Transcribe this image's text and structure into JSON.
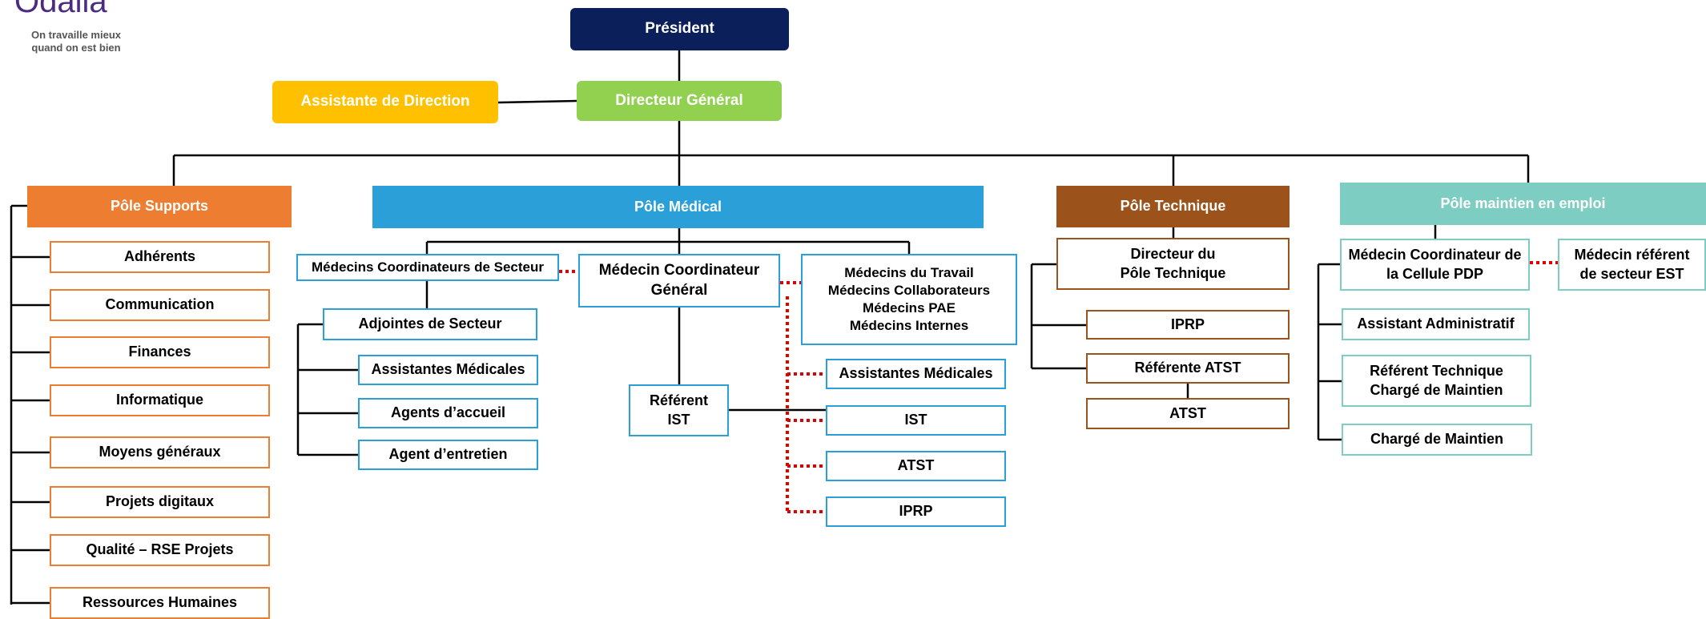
{
  "logo": {
    "name": "Odalia",
    "tagline": "On travaille mieux quand on est bien"
  },
  "colors": {
    "president": "#0b1f5b",
    "directeur": "#92d050",
    "assistante": "#ffc000",
    "supports": "#ed7d31",
    "medical": "#2b9fd8",
    "technique": "#9c531b",
    "maintien": "#7ecdc3",
    "dotted": "#e00000"
  },
  "top": {
    "president": "Président",
    "directeur": "Directeur Général",
    "assistante": "Assistante de Direction"
  },
  "poles": {
    "supports": "Pôle Supports",
    "medical": "Pôle Médical",
    "technique": "Pôle Technique",
    "maintien": "Pôle maintien en emploi"
  },
  "supports": {
    "items": [
      "Adhérents",
      "Communication",
      "Finances",
      "Informatique",
      "Moyens généraux",
      "Projets digitaux",
      "Qualité – RSE Projets",
      "Ressources Humaines"
    ]
  },
  "medical": {
    "coord_secteur": "Médecins Coordinateurs de Secteur",
    "coord_general": "Médecin Coordinateur Général",
    "medecins": [
      "Médecins du Travail",
      "Médecins Collaborateurs",
      "Médecins PAE",
      "Médecins Internes"
    ],
    "adjointes": "Adjointes de Secteur",
    "left_items": [
      "Assistantes Médicales",
      "Agents d’accueil",
      "Agent d’entretien"
    ],
    "referent": "Référent IST",
    "right_items": [
      "Assistantes Médicales",
      "IST",
      "ATST",
      "IPRP"
    ]
  },
  "technique": {
    "directeur": "Directeur du Pôle Technique",
    "items": [
      "IPRP",
      "Référente ATST",
      "ATST"
    ]
  },
  "maintien": {
    "coord": "Médecin Coordinateur de la Cellule PDP",
    "referent_est": "Médecin référent de secteur EST",
    "items": [
      "Assistant Administratif",
      "Référent Technique Chargé de Maintien",
      "Chargé de Maintien"
    ]
  }
}
